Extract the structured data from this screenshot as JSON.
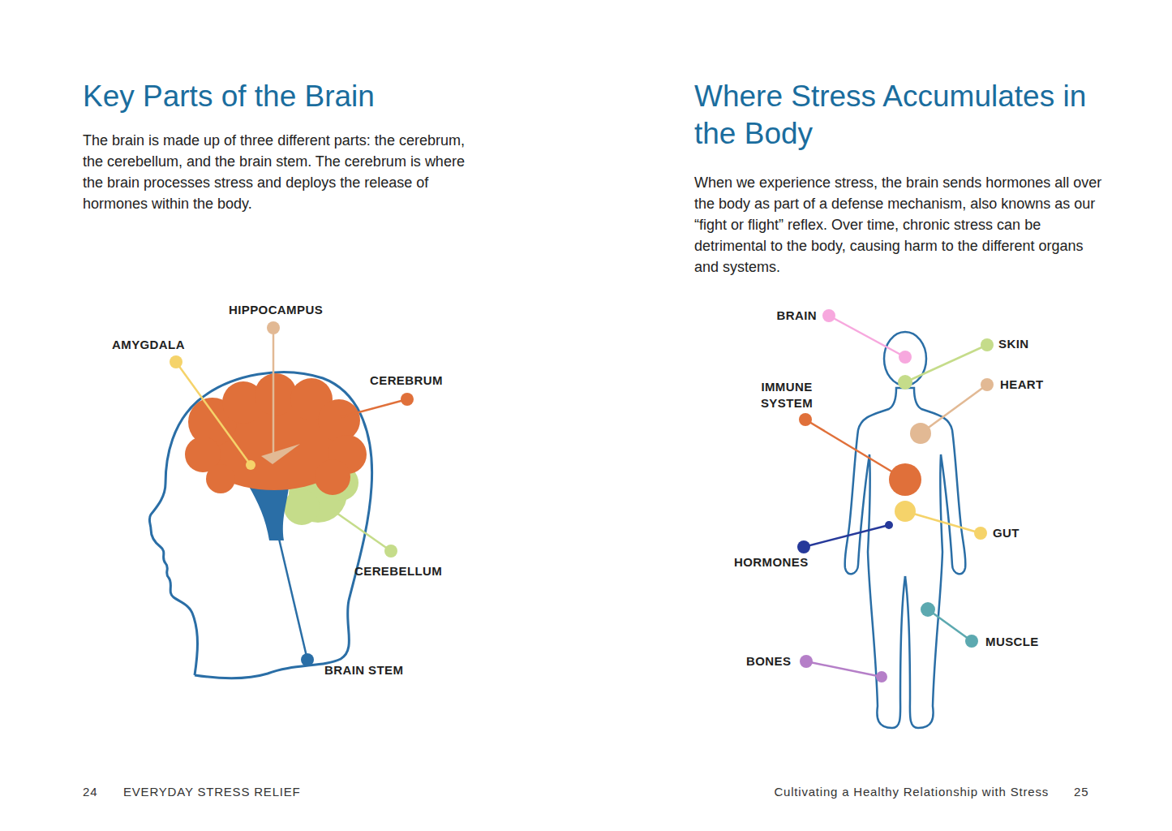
{
  "diagram": {
    "labels": [
      "Key Parts of the Brain",
      "The brain is made up of three different parts: the cerebrum, the cerebellum, and the brain stem. The cerebrum is where the brain processes stress and deploys the release of hormones within the body.",
      "HIPPOCAMPUS",
      "AMYGDALA",
      "CEREBRUM",
      "CEREBELLUM",
      "BRAIN STEM",
      "24",
      "EVERYDAY STRESS RELIEF",
      "Where Stress Accumulates in the Body",
      "When we experience stress, the brain sends hormones all over the body as part of a defense mechanism, also knowns as our “fight or flight” reflex. Over time, chronic stress can be detrimental to the body, causing harm to the different organs and systems.",
      "BRAIN",
      "SKIN",
      "IMMUNE SYSTEM",
      "HEART",
      "GUT",
      "HORMONES",
      "MUSCLE",
      "BONES",
      "Cultivating a Healthy Relationship with Stress",
      "25"
    ]
  }
}
